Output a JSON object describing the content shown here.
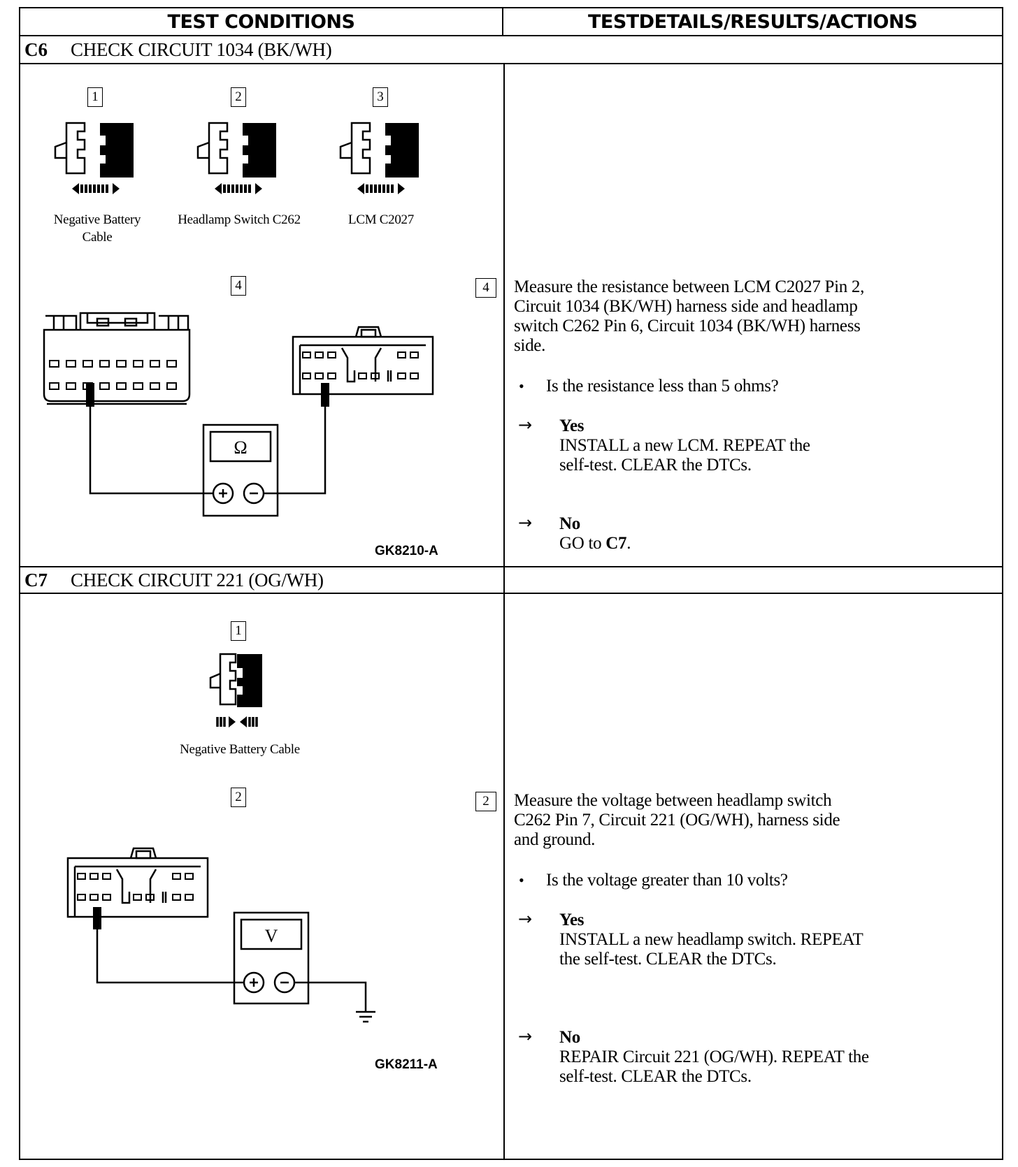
{
  "headers": {
    "left": "TEST CONDITIONS",
    "right": "TESTDETAILS/RESULTS/ACTIONS"
  },
  "c6": {
    "id": "C6",
    "title": "CHECK CIRCUIT 1034 (BK/WH)",
    "steps": {
      "s1": {
        "num": "1",
        "label_line1": "Negative Battery",
        "label_line2": "Cable"
      },
      "s2": {
        "num": "2",
        "label": "Headlamp Switch C262"
      },
      "s3": {
        "num": "3",
        "label": "LCM C2027"
      },
      "s4": {
        "num": "4"
      }
    },
    "meter_symbol": "Ω",
    "figure_code": "GK8210-A",
    "detail": {
      "num": "4",
      "lines": [
        "Measure the resistance between LCM C2027 Pin 2,",
        "Circuit 1034 (BK/WH) harness side and headlamp",
        "switch C262 Pin 6, Circuit 1034 (BK/WH) harness",
        "side."
      ],
      "question": "Is the resistance less than 5 ohms?",
      "yes_label": "Yes",
      "yes_lines": [
        "INSTALL a new LCM. REPEAT the",
        "self-test. CLEAR the DTCs."
      ],
      "no_label": "No",
      "no_text": "GO to ",
      "no_link": "C7",
      "no_end": "."
    }
  },
  "c7": {
    "id": "C7",
    "title": "CHECK CIRCUIT 221 (OG/WH)",
    "steps": {
      "s1": {
        "num": "1",
        "label": "Negative Battery Cable"
      },
      "s2": {
        "num": "2"
      }
    },
    "meter_symbol": "V",
    "figure_code": "GK8211-A",
    "detail": {
      "num": "2",
      "lines": [
        "Measure the voltage between headlamp switch",
        "C262 Pin 7, Circuit 221 (OG/WH), harness side",
        "and ground."
      ],
      "question": "Is the voltage greater than 10 volts?",
      "yes_label": "Yes",
      "yes_lines": [
        "INSTALL a new headlamp switch. REPEAT",
        "the self-test. CLEAR the DTCs."
      ],
      "no_label": "No",
      "no_lines": [
        "REPAIR Circuit 221 (OG/WH). REPEAT the",
        "self-test. CLEAR the DTCs."
      ]
    }
  },
  "symbols": {
    "arrow": "→",
    "bullet": "•"
  },
  "colors": {
    "ink": "#000000",
    "paper": "#ffffff"
  }
}
